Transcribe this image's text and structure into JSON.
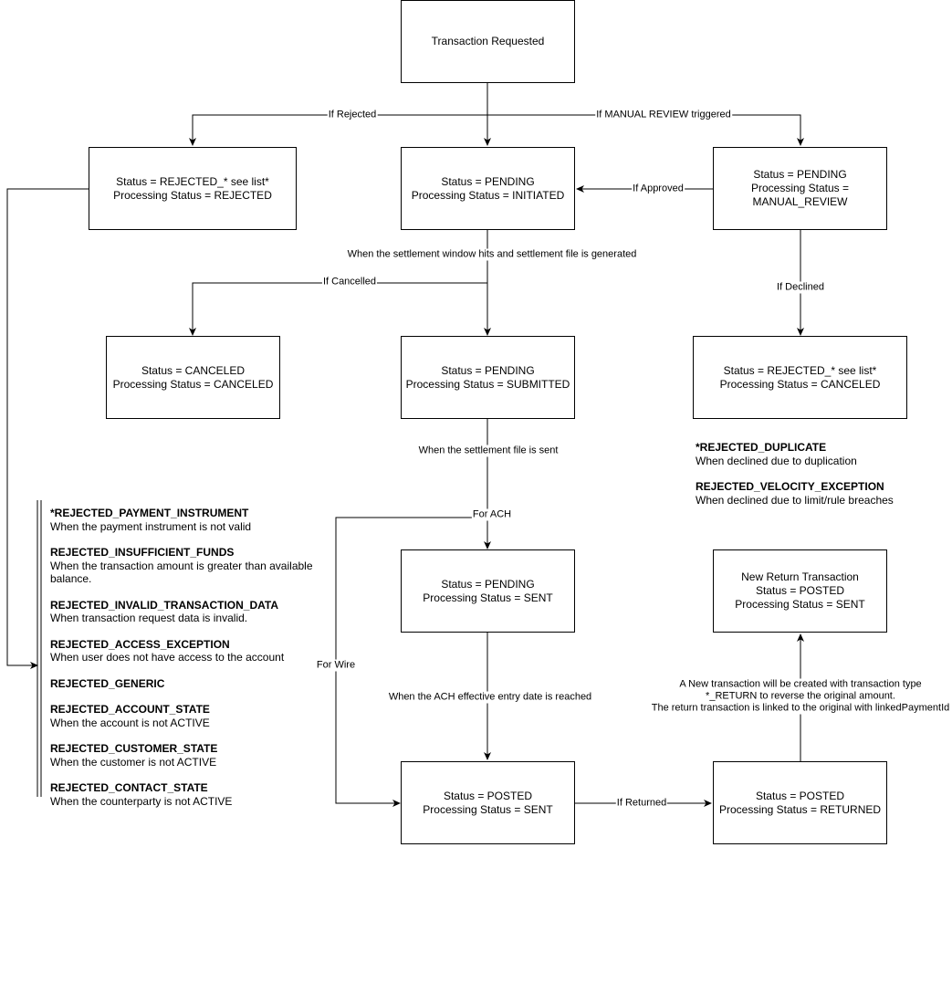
{
  "nodes": {
    "requested": [
      "Transaction Requested"
    ],
    "rejected": [
      "Status = REJECTED_* see list*",
      "Processing Status = REJECTED"
    ],
    "pending_initiated": [
      "Status = PENDING",
      "Processing Status = INITIATED"
    ],
    "manual_review": [
      "Status = PENDING",
      "Processing Status =",
      "MANUAL_REVIEW"
    ],
    "canceled": [
      "Status = CANCELED",
      "Processing Status = CANCELED"
    ],
    "submitted": [
      "Status = PENDING",
      "Processing Status = SUBMITTED"
    ],
    "rejected_canceled": [
      "Status = REJECTED_* see list*",
      "Processing Status = CANCELED"
    ],
    "sent": [
      "Status = PENDING",
      "Processing Status = SENT"
    ],
    "return_txn": [
      "New Return Transaction",
      "Status = POSTED",
      "Processing Status = SENT"
    ],
    "posted_sent": [
      "Status = POSTED",
      "Processing Status = SENT"
    ],
    "posted_returned": [
      "Status = POSTED",
      "Processing Status = RETURNED"
    ]
  },
  "edge_labels": {
    "if_rejected": "If Rejected",
    "if_manual_review": "If MANUAL REVIEW triggered",
    "if_approved": "If Approved",
    "settlement_window": "When the settlement window hits and settlement file is generated",
    "if_cancelled": "If Cancelled",
    "if_declined": "If Declined",
    "settlement_sent": "When the settlement file is sent",
    "for_ach": "For ACH",
    "for_wire": "For Wire",
    "ach_effective": "When the ACH effective entry date is reached",
    "if_returned": "If Returned",
    "return_note": [
      "A New transaction will be created with transaction type",
      "*_RETURN to reverse the original amount.",
      "The return transaction is linked to the original with linkedPaymentId"
    ]
  },
  "left_list": [
    {
      "code": "*REJECTED_PAYMENT_INSTRUMENT",
      "desc": "When the payment instrument is not valid"
    },
    {
      "code": "REJECTED_INSUFFICIENT_FUNDS",
      "desc": "When the transaction amount is greater than available balance."
    },
    {
      "code": "REJECTED_INVALID_TRANSACTION_DATA",
      "desc": "When transaction request data is invalid."
    },
    {
      "code": "REJECTED_ACCESS_EXCEPTION",
      "desc": "When user does not have access to the account"
    },
    {
      "code": "REJECTED_GENERIC",
      "desc": ""
    },
    {
      "code": "REJECTED_ACCOUNT_STATE",
      "desc": "When the account is not ACTIVE"
    },
    {
      "code": "REJECTED_CUSTOMER_STATE",
      "desc": "When the customer is not ACTIVE"
    },
    {
      "code": "REJECTED_CONTACT_STATE",
      "desc": "When the counterparty is not ACTIVE"
    }
  ],
  "right_list": [
    {
      "code": "*REJECTED_DUPLICATE",
      "desc": "When declined due to duplication"
    },
    {
      "code": "REJECTED_VELOCITY_EXCEPTION",
      "desc": "When declined due to limit/rule breaches"
    }
  ]
}
